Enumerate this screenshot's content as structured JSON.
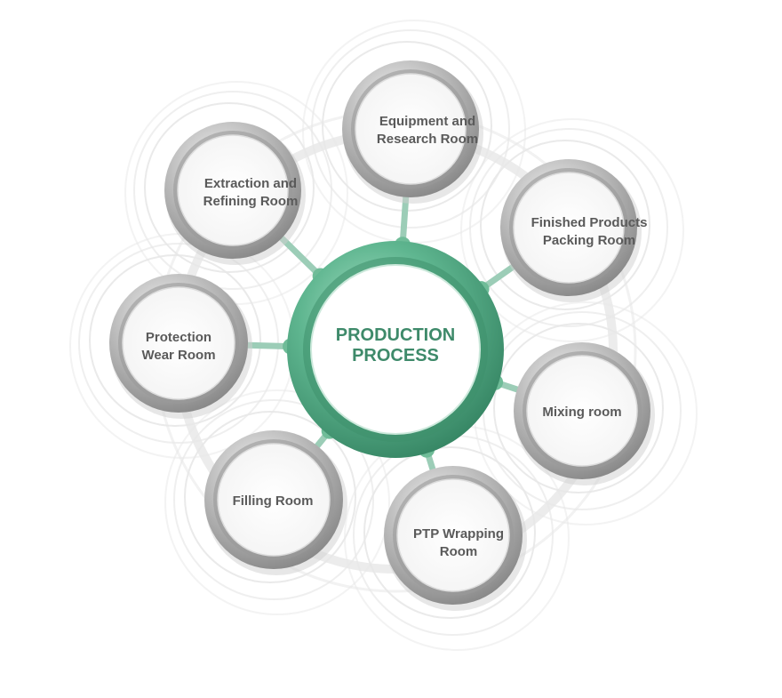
{
  "center": {
    "label": "PRODUCTION\nPROCESS",
    "color": "#4aa07c"
  },
  "rooms": [
    {
      "id": "equipment",
      "label": "Equipment and\nResearch Room"
    },
    {
      "id": "finished",
      "label": "Finished Products\nPacking Room"
    },
    {
      "id": "mixing",
      "label": "Mixing room"
    },
    {
      "id": "ptp",
      "label": "PTP Wrapping\nRoom"
    },
    {
      "id": "filling",
      "label": "Filling Room"
    },
    {
      "id": "protection",
      "label": "Protection\nWear Room"
    },
    {
      "id": "extraction",
      "label": "Extraction and\nRefining Room"
    }
  ]
}
